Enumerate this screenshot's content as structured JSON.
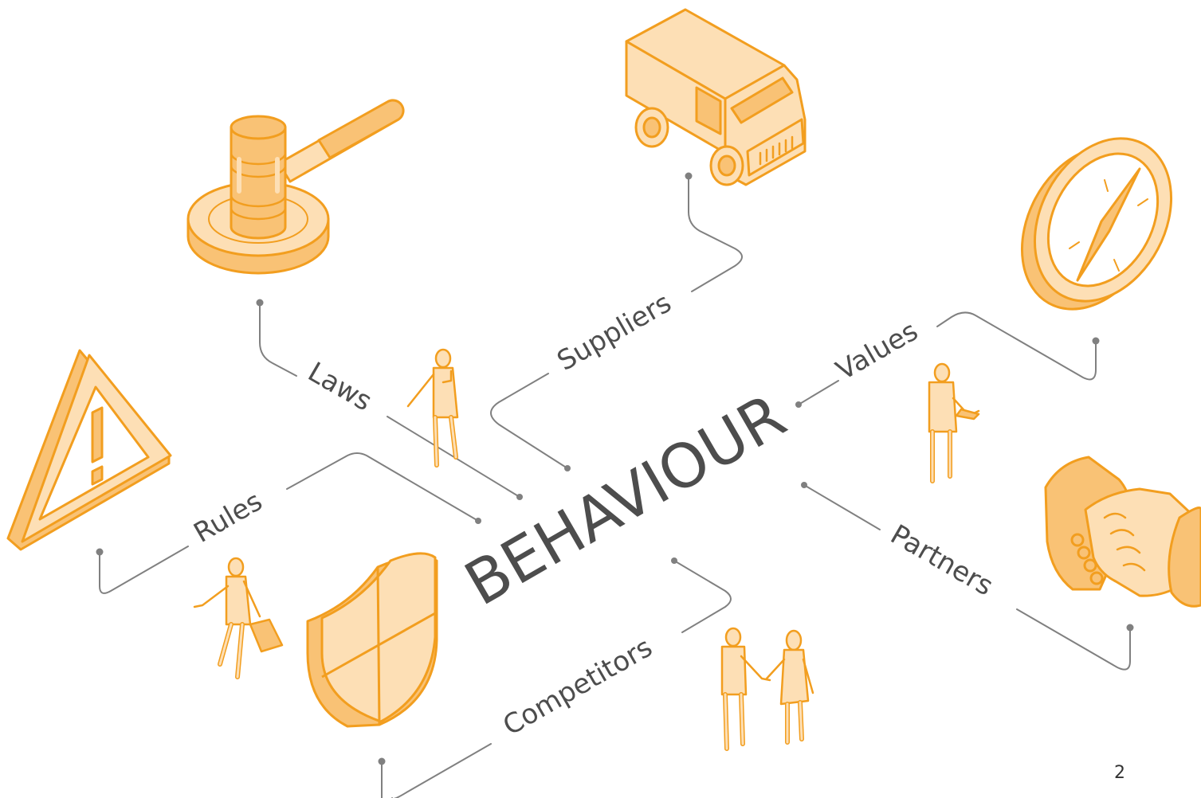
{
  "title": "BEHAVIOUR",
  "labels": {
    "laws": "Laws",
    "suppliers": "Suppliers",
    "values": "Values",
    "rules": "Rules",
    "partners": "Partners",
    "competitors": "Competitors"
  },
  "page_number": "2",
  "icons": [
    "gavel-icon",
    "delivery-van-icon",
    "compass-icon",
    "warning-triangle-icon",
    "shield-icon",
    "handshake-icon",
    "person-phone-icon",
    "person-tablet-icon",
    "person-briefcase-icon",
    "people-handshake-icon"
  ],
  "colors": {
    "accent": "#F29E1F",
    "fill_light": "#FDDFB5",
    "fill_mid": "#F9C275",
    "connector": "#808080",
    "text": "#4D4D4D"
  }
}
